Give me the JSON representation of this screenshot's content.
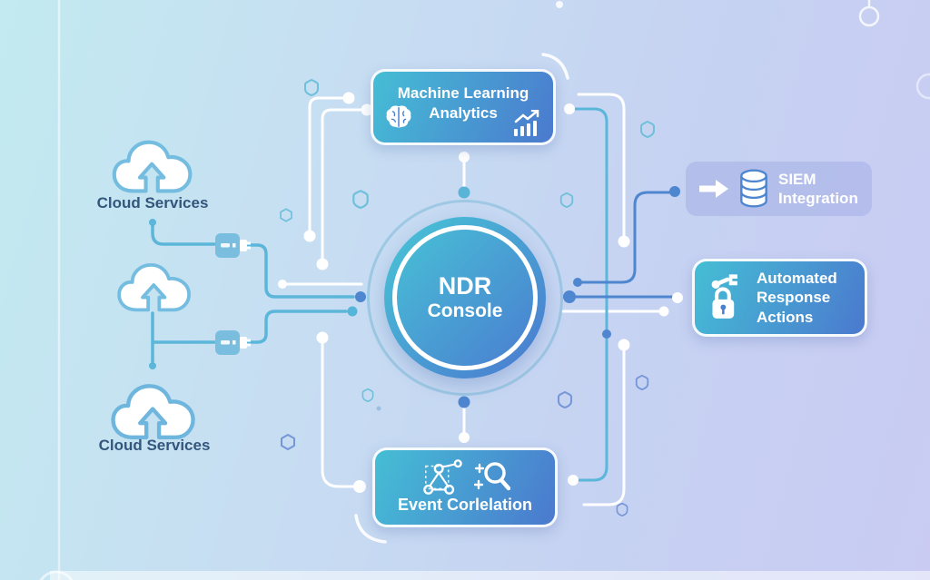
{
  "console": {
    "line1": "NDR",
    "line2": "Console"
  },
  "nodes": {
    "machine_learning": {
      "line1": "Machine Learning",
      "line2": "Analytics",
      "icons": [
        "brain-icon",
        "growth-chart-icon"
      ]
    },
    "siem": {
      "line1": "SIEM",
      "line2": "Integration",
      "icons": [
        "arrow-right-icon",
        "database-icon"
      ]
    },
    "automated_response": {
      "line1": "Automated",
      "line2": "Response",
      "line3": "Actions",
      "icons": [
        "robot-arm-icon",
        "lock-icon"
      ]
    },
    "event_correlation": {
      "label": "Event Corlelation",
      "icons": [
        "network-graph-icon",
        "magnifier-plus-icon"
      ]
    }
  },
  "clouds": {
    "top": {
      "label": "Cloud Services",
      "icon": "cloud-upload-icon"
    },
    "middle": {
      "icon": "cloud-upload-icon"
    },
    "bottom": {
      "label": "Cloud Services",
      "icon": "cloud-upload-icon"
    }
  },
  "decorations": {
    "connector_icons": [
      "usb-connector-icon",
      "usb-connector-icon"
    ],
    "shape_icons": [
      "shield-icon",
      "hexagon-icon",
      "circle-icon"
    ]
  },
  "colors": {
    "node_gradient_start": "#45bed5",
    "node_gradient_end": "#4b79ce",
    "console_gradient_start": "#48c6d6",
    "console_gradient_end": "#4a78d0",
    "siem_panel": "#b1bbe9",
    "line_teal": "#5bb6da",
    "line_blue": "#4e86cf",
    "line_white": "#ffffff",
    "cloud_outline": "#74bde0",
    "label_navy": "#33567d"
  }
}
